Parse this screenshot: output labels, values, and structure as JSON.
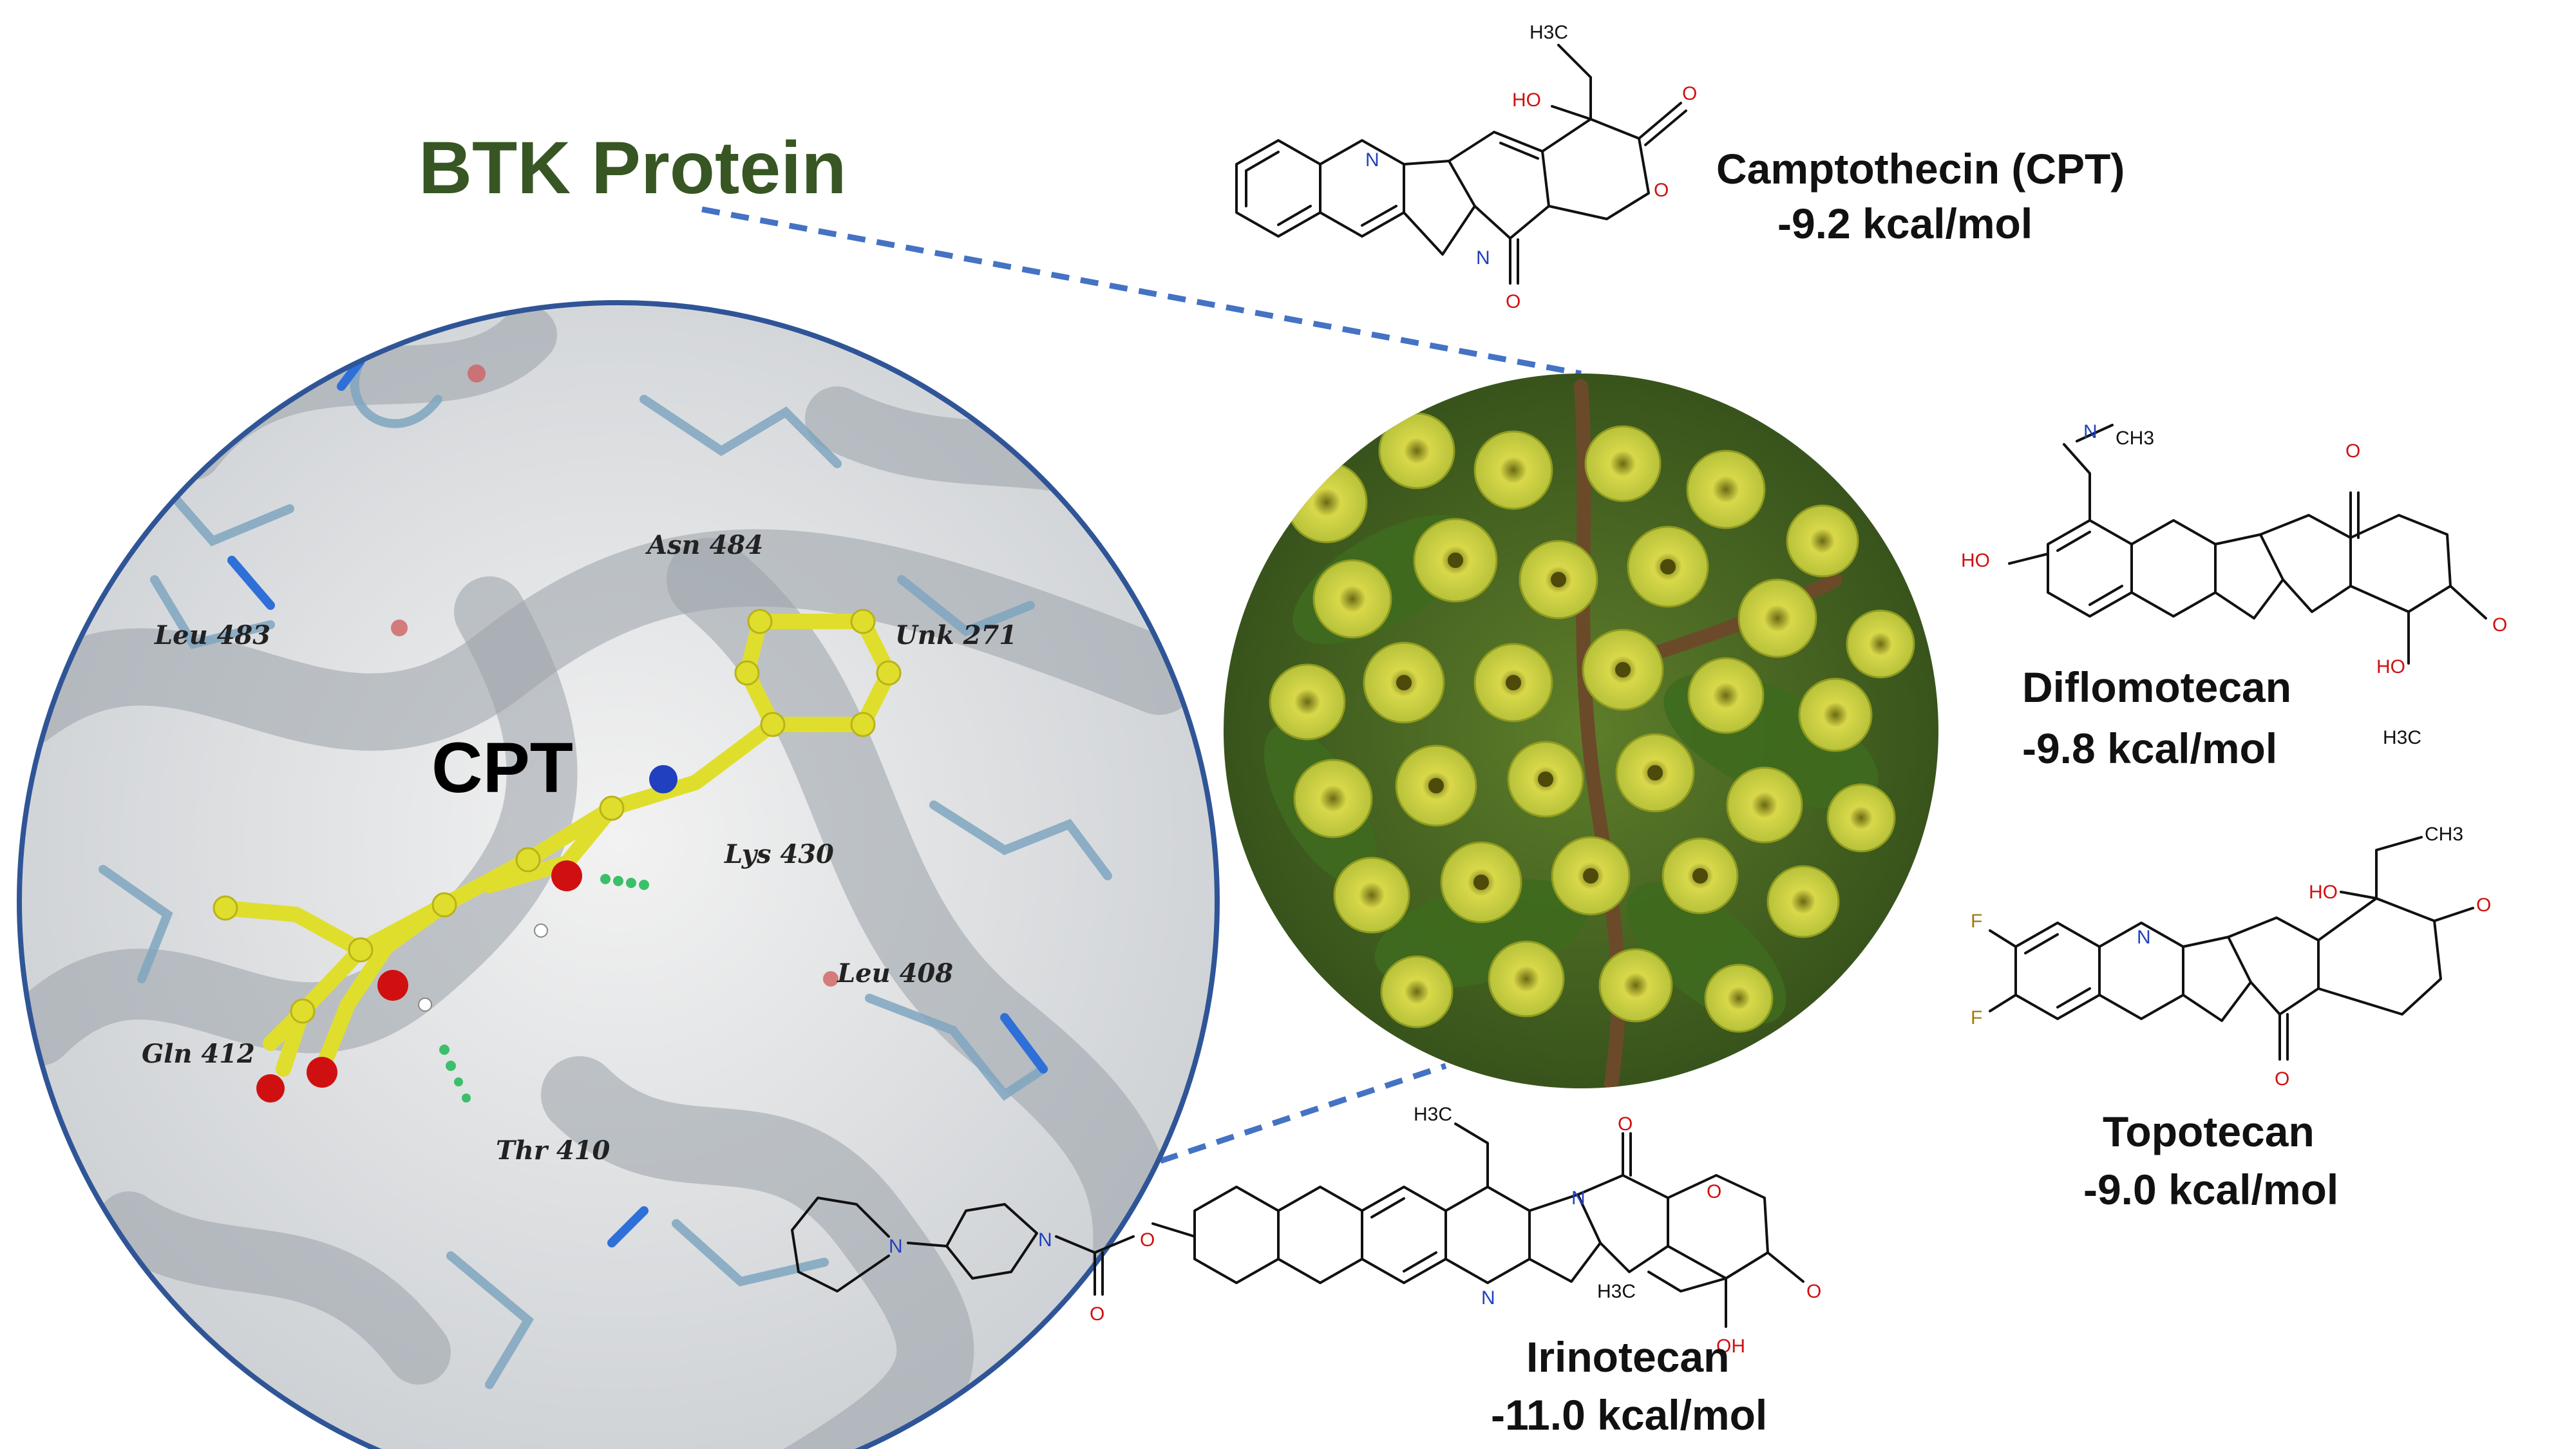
{
  "protein_title": "BTK Protein",
  "ligand_label": "CPT",
  "residues": [
    "Leu 483",
    "Asn 484",
    "Unk 271",
    "Lys 430",
    "Leu 408",
    "Gln 412",
    "Thr 410"
  ],
  "compounds": [
    {
      "name": "Camptothecin (CPT)",
      "energy": "-9.2 kcal/mol"
    },
    {
      "name": "Diflomotecan",
      "energy": "-9.8 kcal/mol"
    },
    {
      "name": "Topotecan",
      "energy": "-9.0 kcal/mol"
    },
    {
      "name": "Irinotecan",
      "energy": "-11.0 kcal/mol"
    }
  ],
  "atoms": {
    "n": "N",
    "o": "O",
    "ho": "HO",
    "oh": "OH",
    "f": "F",
    "ch3": "CH3",
    "h3c": "H3C"
  },
  "colors": {
    "title": "#375623",
    "circle_border": "#2F5597",
    "connector": "#4472C4",
    "ligand": "#E0DE2C",
    "oxygen": "#D01010",
    "nitrogen": "#2040C0",
    "fluorine": "#A07A10"
  }
}
